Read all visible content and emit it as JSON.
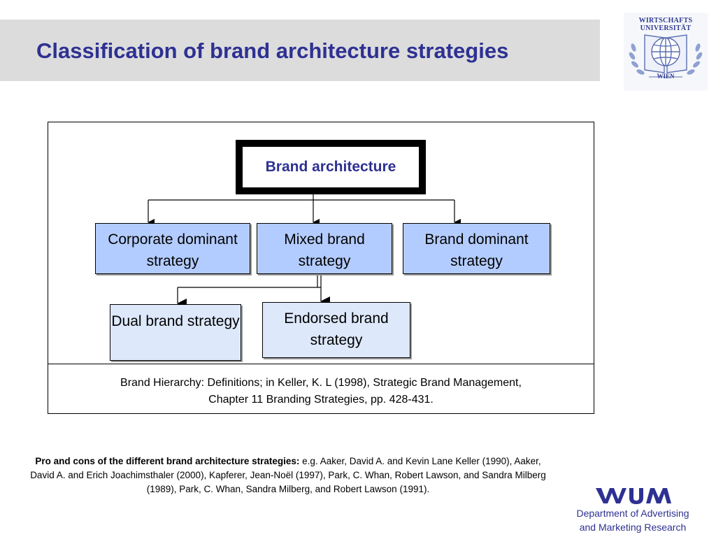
{
  "header": {
    "title": "Classification of brand architecture strategies"
  },
  "logo": {
    "line1": "WIRTSCHAFTS",
    "line2": "UNIVERSITÄT",
    "line3": "WIEN"
  },
  "diagram": {
    "root": "Brand architecture",
    "level1": {
      "corporate": "Corporate dominant strategy",
      "mixed": "Mixed brand strategy",
      "dominant": "Brand dominant strategy"
    },
    "level2": {
      "dual": "Dual brand strategy",
      "endorsed": "Endorsed brand strategy"
    },
    "source_line1": "Brand Hierarchy: Definitions; in Keller, K. L (1998), Strategic Brand Management,",
    "source_line2": "Chapter 11 Branding Strategies, pp. 428-431."
  },
  "footer": {
    "pro_cons_lead": "Pro and cons of the different brand architecture strategies:",
    "pro_cons_text": " e.g. Aaker, David A. and Kevin Lane Keller (1990), Aaker, David A. and Erich Joachimsthaler (2000), Kapferer, Jean-Noël (1997), Park, C. Whan, Robert Lawson, and Sandra Milberg (1989), Park, C. Whan, Sandra Milberg, and Robert Lawson (1991).",
    "dept_line1": "Department of Advertising",
    "dept_line2": "and Marketing Research"
  },
  "colors": {
    "title": "#2e3192",
    "node_blue": "#b3ccff",
    "node_pale": "#dde8fb",
    "title_band": "#dcdcdc"
  },
  "icons": {
    "university_seal": "globe-seal-icon",
    "department_logo": "wu-monogram-icon"
  }
}
